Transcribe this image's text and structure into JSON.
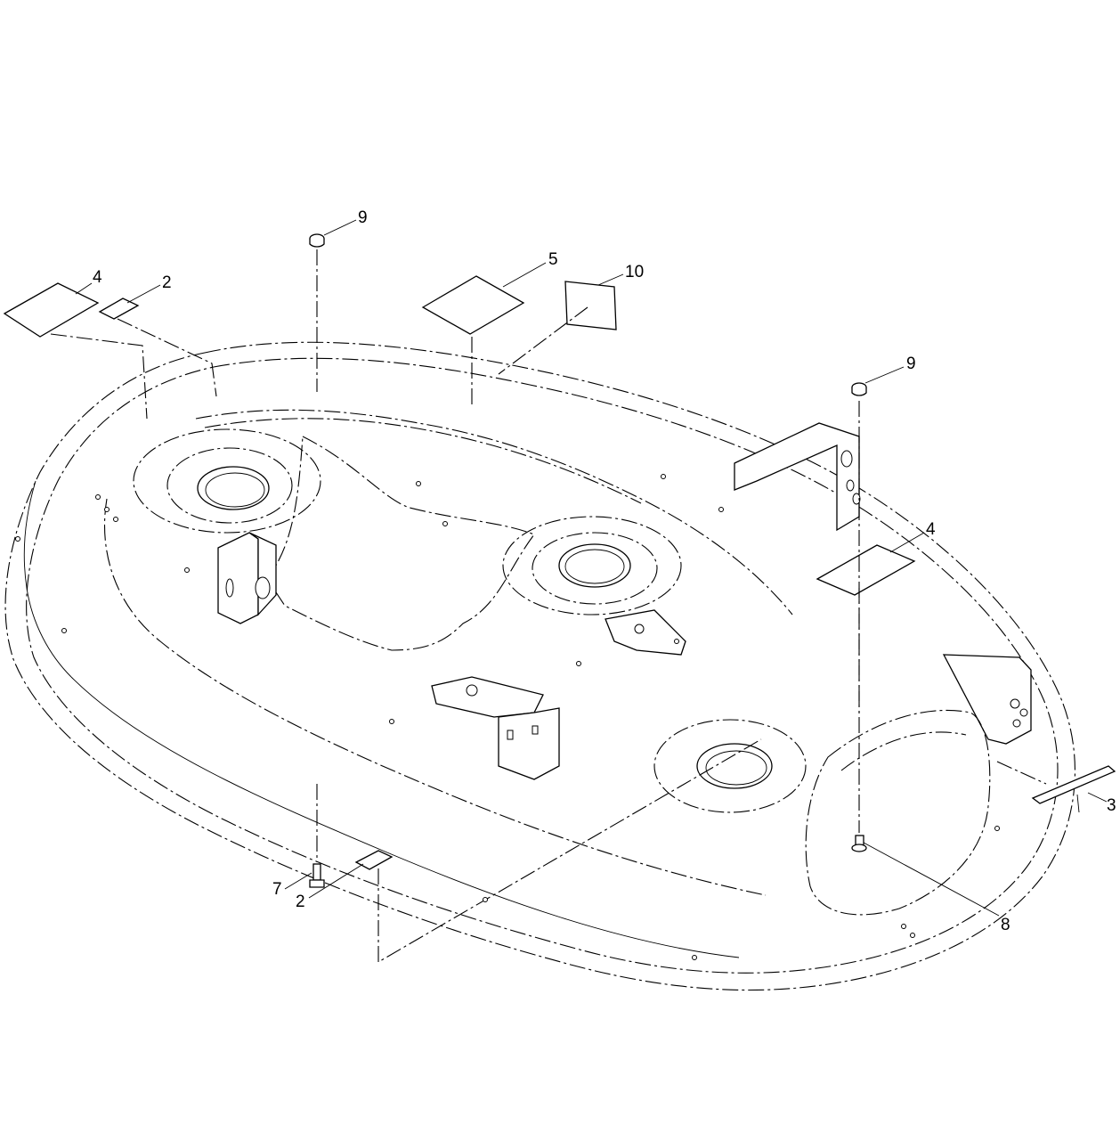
{
  "callouts": {
    "c9_top": "9",
    "c5": "5",
    "c10": "10",
    "c4_left": "4",
    "c2_top": "2",
    "c9_right": "9",
    "c4_right": "4",
    "c3": "3",
    "c7": "7",
    "c2_bottom": "2",
    "c8": "8"
  }
}
